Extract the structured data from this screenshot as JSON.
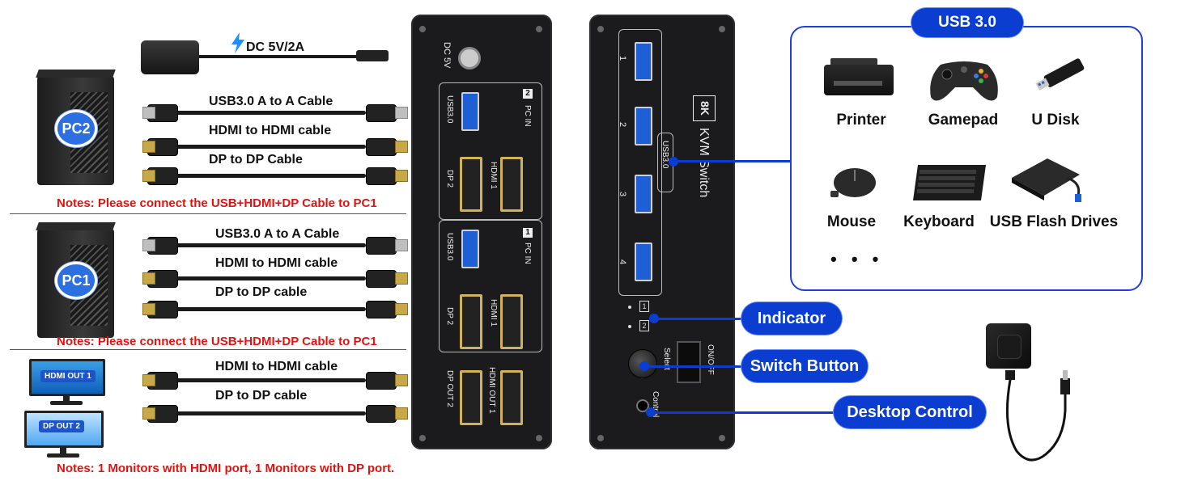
{
  "left": {
    "power_label": "DC 5V/2A",
    "pc2_label": "PC2",
    "pc1_label": "PC1",
    "pc2_cables": [
      "USB3.0 A to A Cable",
      "HDMI to HDMI cable",
      "DP to DP Cable"
    ],
    "pc1_cables": [
      "USB3.0 A to A Cable",
      "HDMI to HDMI cable",
      "DP to DP cable"
    ],
    "monitor_cables": [
      "HDMI to HDMI cable",
      "DP to DP cable"
    ],
    "monitor1_tag": "HDMI OUT 1",
    "monitor2_tag": "DP OUT 2",
    "note_pc2": "Notes: Please connect the USB+HDMI+DP Cable to PC1",
    "note_pc1": "Notes: Please connect the USB+HDMI+DP Cable to PC1",
    "note_monitors": "Notes: 1 Monitors with HDMI port, 1 Monitors with DP port."
  },
  "back_panel": {
    "power_port": "DC 5V",
    "pc2_tag": "PC IN",
    "pc2_num": "2",
    "pc1_tag": "PC IN",
    "pc1_num": "1",
    "usb_label": "USB3.0",
    "hdmi1_label": "HDMI 1",
    "dp2_label": "DP 2",
    "hdmi_out_label": "HDMI OUT 1",
    "dp_out_label": "DP OUT 2"
  },
  "front_panel": {
    "brand_8k": "8K",
    "product": "KVM Switch",
    "usb_label": "USB3.0",
    "port_numbers": [
      "1",
      "2",
      "3",
      "4"
    ],
    "indicator_1": "1",
    "indicator_2": "2",
    "power_switch": "ON/OFF",
    "select_label": "Select",
    "control_label": "Control"
  },
  "callouts": {
    "indicator": "Indicator",
    "switch_button": "Switch Button",
    "desktop_control": "Desktop Control"
  },
  "usb_panel": {
    "title": "USB 3.0",
    "devices": [
      "Printer",
      "Gamepad",
      "U Disk",
      "Mouse",
      "Keyboard",
      "USB Flash Drives"
    ],
    "more": "• • •"
  },
  "colors": {
    "accent_blue": "#0a3dd0",
    "note_red": "#e4120f",
    "usb_port_blue": "#1f5fd6",
    "hdmi_gold": "#d1b15a"
  }
}
